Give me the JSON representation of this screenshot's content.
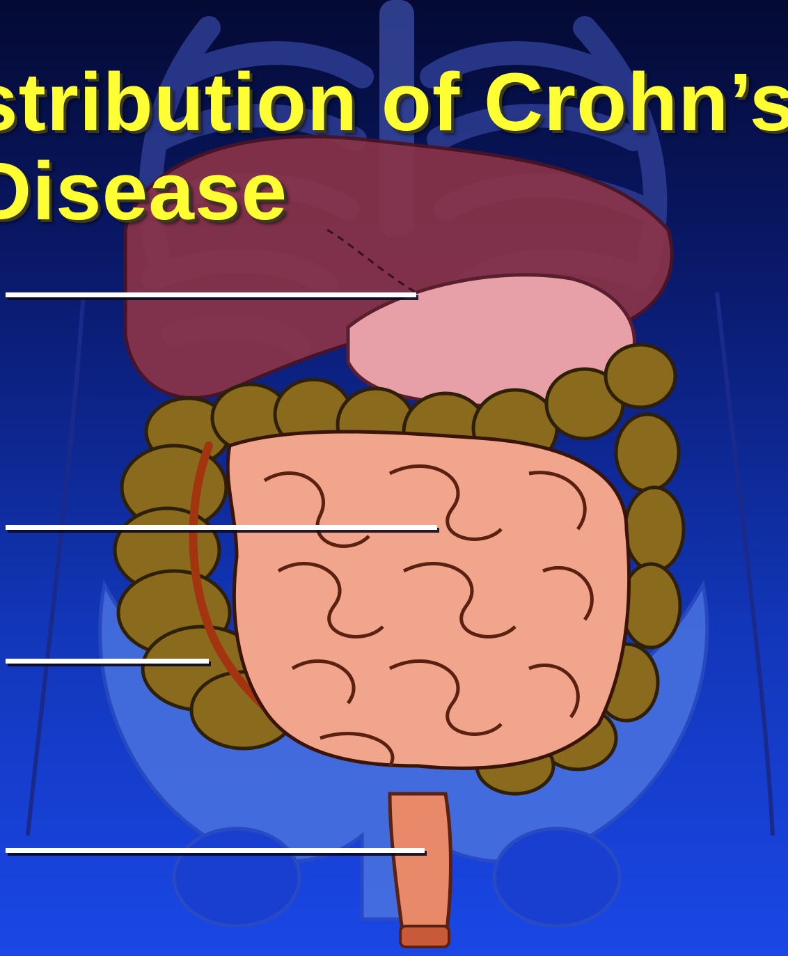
{
  "title": {
    "line1": "stribution of Crohn’s",
    "line2": "Disease"
  },
  "label_blanks": [
    {
      "id": "upper",
      "label": ""
    },
    {
      "id": "middle",
      "label": ""
    },
    {
      "id": "right-lower",
      "label": ""
    },
    {
      "id": "bottom",
      "label": ""
    }
  ],
  "colors": {
    "background_top": "#040a33",
    "background_bottom": "#1a47e6",
    "title": "#ffff33",
    "label_line": "#ffffff",
    "colon": "#8a6a1c",
    "small_intestine": "#f0a58c",
    "stomach": "#e8a0a8",
    "liver": "#8a3348",
    "pelvis": "#4a73e0",
    "ribs": "#3a4a9a"
  }
}
